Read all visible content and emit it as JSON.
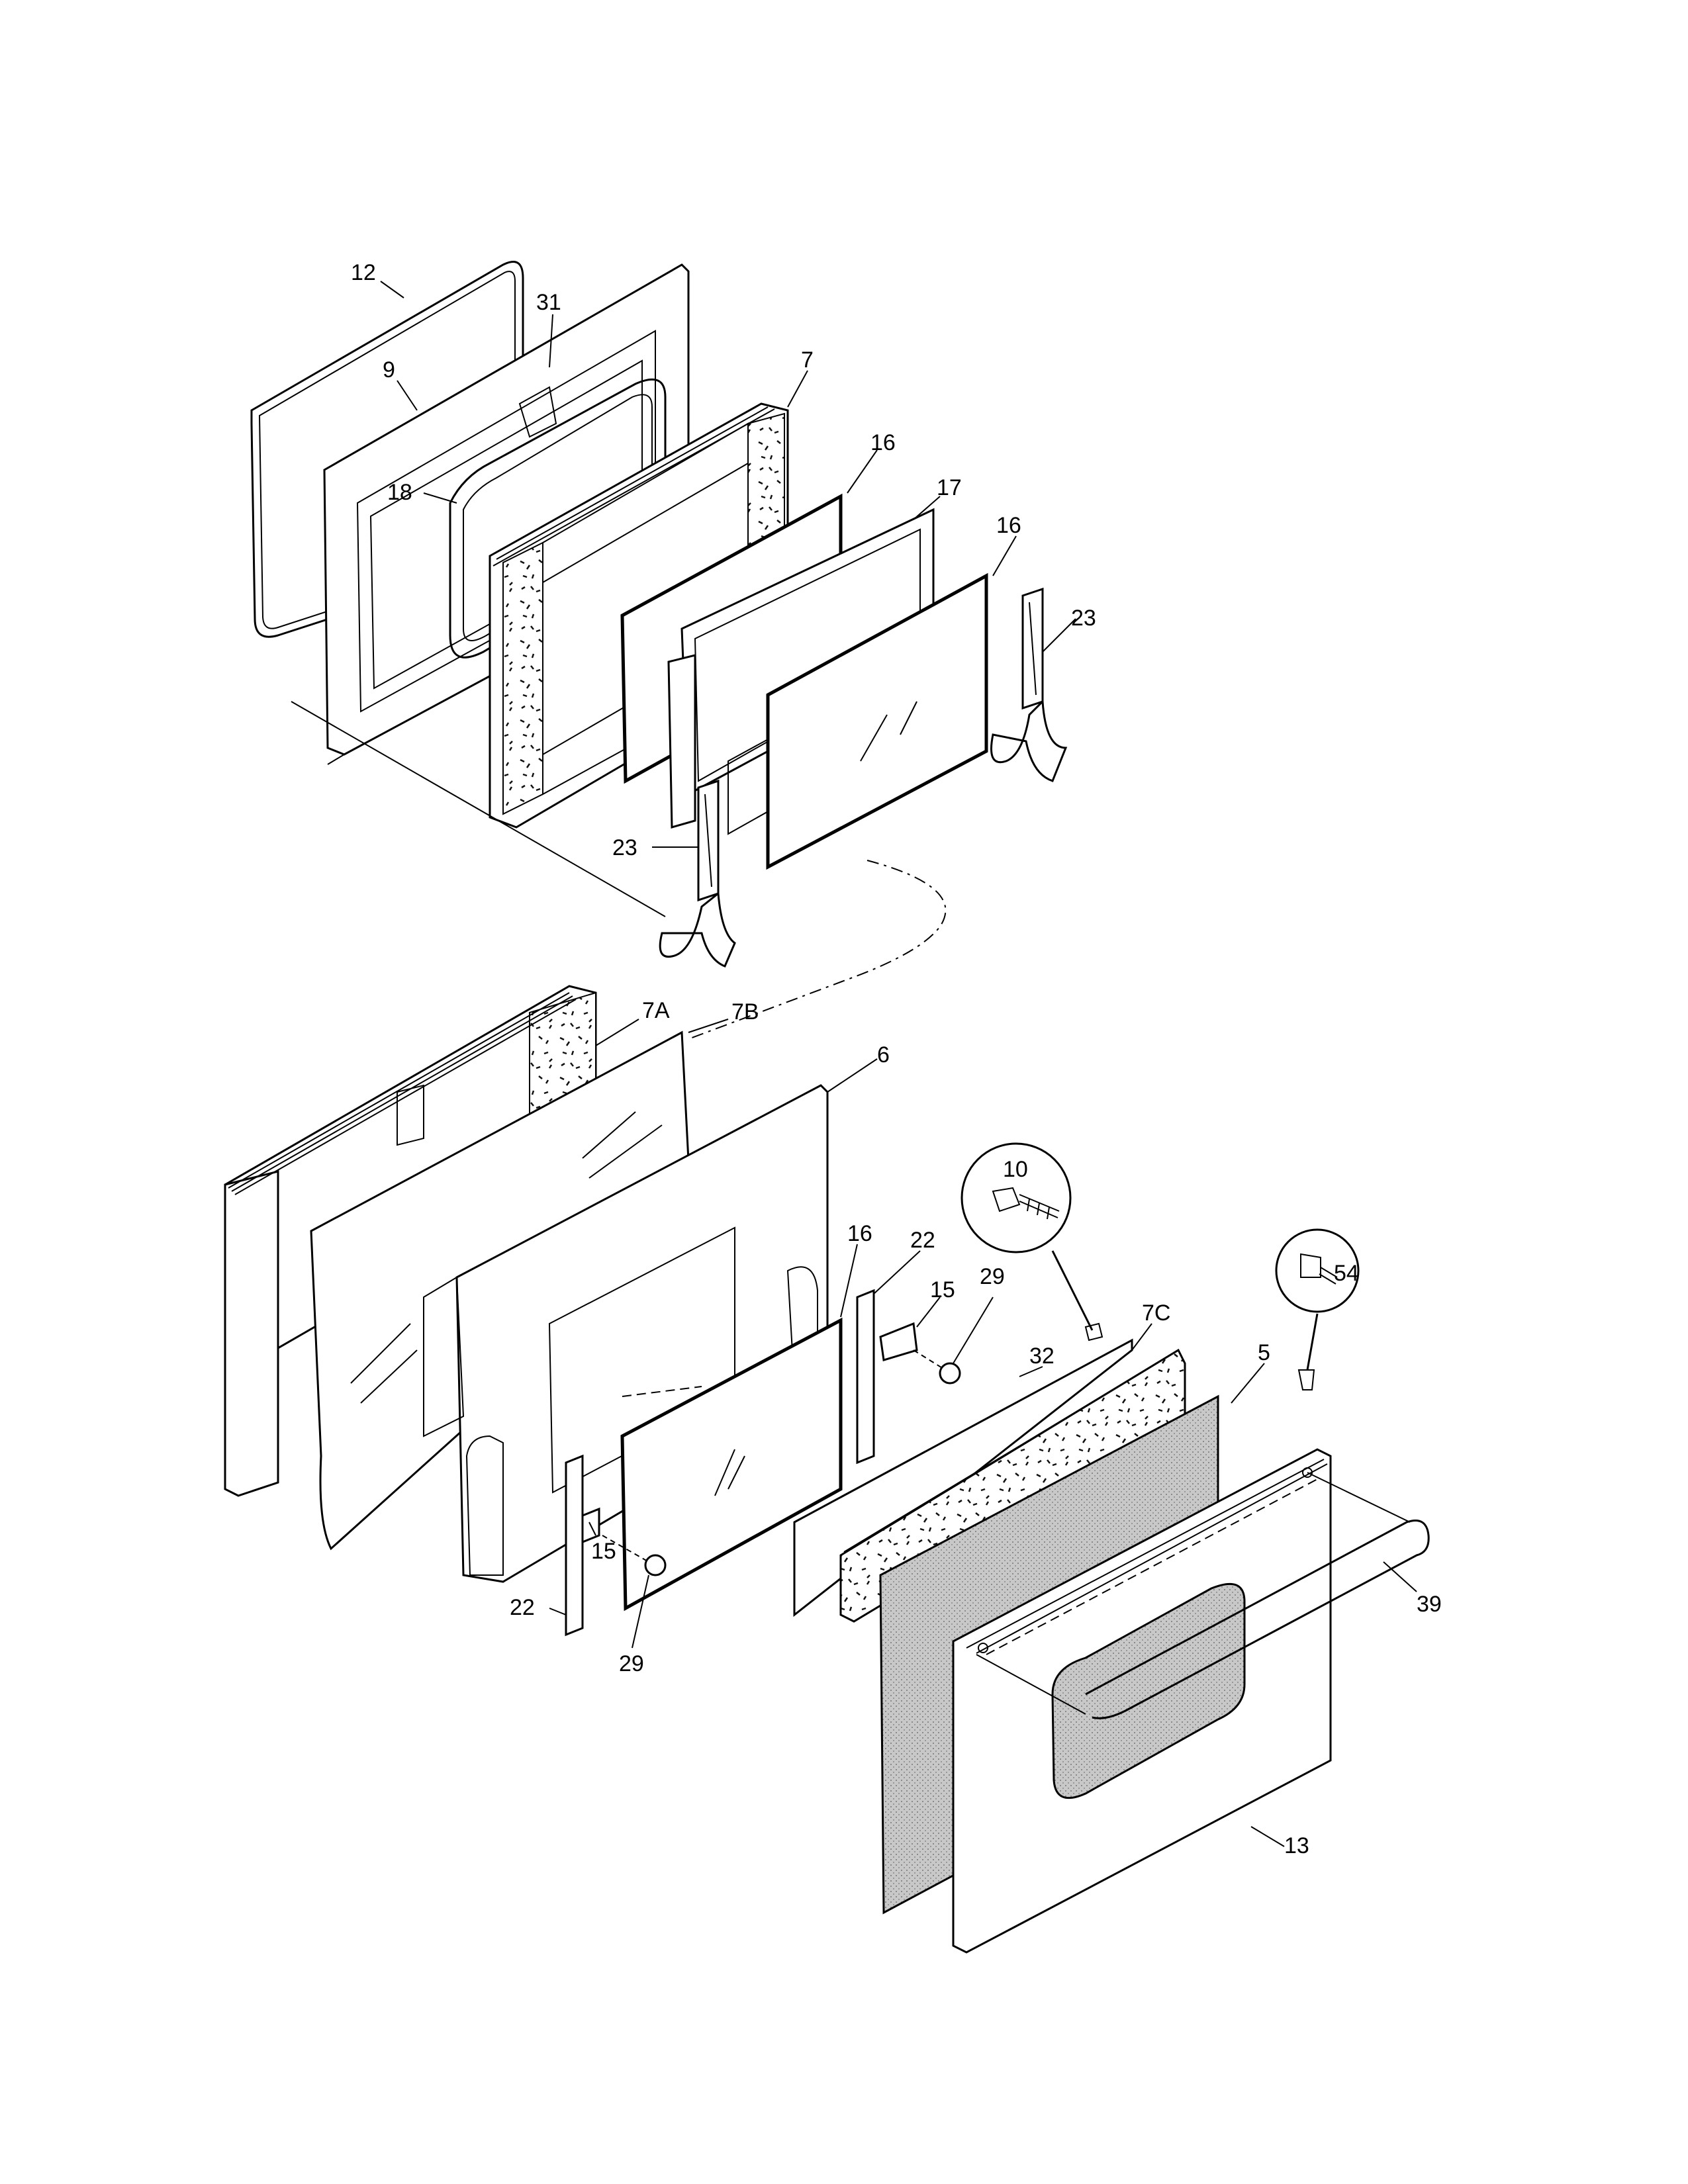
{
  "diagram": {
    "callouts": {
      "p12": "12",
      "p31": "31",
      "p9": "9",
      "p7": "7",
      "p16_top_a": "16",
      "p18": "18",
      "p17": "17",
      "p16_top_b": "16",
      "p23_right": "23",
      "p23_left": "23",
      "p7A": "7A",
      "p7B": "7B",
      "p6": "6",
      "p10": "10",
      "p16_mid": "16",
      "p22_top": "22",
      "p15_top": "15",
      "p29_top": "29",
      "p54": "54",
      "p7C": "7C",
      "p32": "32",
      "p5": "5",
      "p39": "39",
      "p15_bottom": "15",
      "p22_bottom": "22",
      "p29_bottom": "29",
      "p13": "13"
    }
  }
}
